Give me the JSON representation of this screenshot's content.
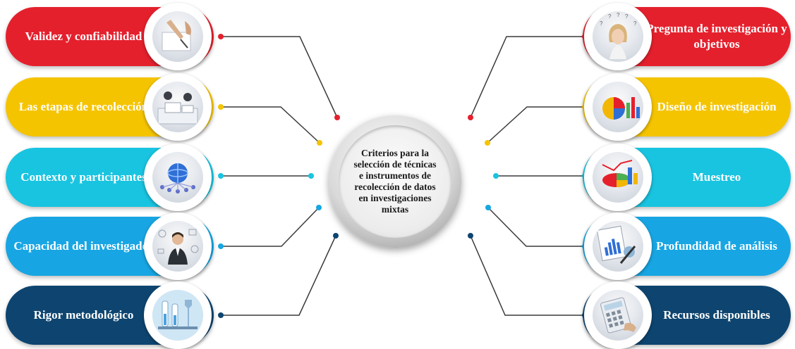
{
  "center": {
    "text": "Criterios para la selección de técnicas e instrumentos de recolección de datos en investigaciones mixtas"
  },
  "left_items": [
    {
      "label": "Validez y confiabilidad",
      "color": "#e5202d",
      "icon": "hands-writing-icon"
    },
    {
      "label": "Las etapas de recolección",
      "color": "#f5c400",
      "icon": "meeting-paperwork-icon"
    },
    {
      "label": "Contexto y participantes",
      "color": "#19c4e0",
      "icon": "globe-network-icon"
    },
    {
      "label": "Capacidad del investigador",
      "color": "#17a6e3",
      "icon": "businessman-icon"
    },
    {
      "label": "Rigor metodológico",
      "color": "#0e4570",
      "icon": "laboratory-icon"
    }
  ],
  "right_items": [
    {
      "label": "Pregunta de investigación y objetivos",
      "color": "#e5202d",
      "icon": "woman-questions-icon"
    },
    {
      "label": "Diseño de investigación",
      "color": "#f5c400",
      "icon": "pie-chart-icon"
    },
    {
      "label": "Muestreo",
      "color": "#19c4e0",
      "icon": "chart-3d-icon"
    },
    {
      "label": "Profundidad de análisis",
      "color": "#17a6e3",
      "icon": "analysis-charts-icon"
    },
    {
      "label": "Recursos disponibles",
      "color": "#0e4570",
      "icon": "calculator-icon"
    }
  ]
}
